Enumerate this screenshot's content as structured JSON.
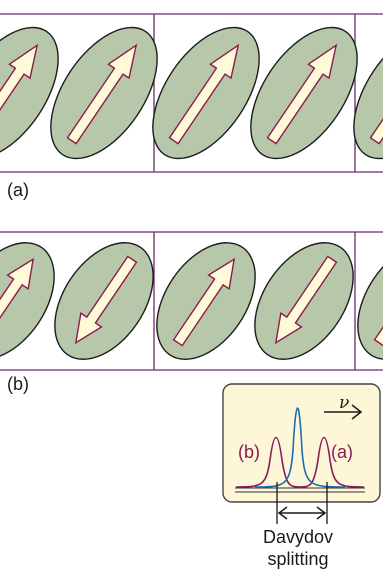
{
  "panels": [
    {
      "label": "(a)",
      "arrows": [
        "up",
        "up",
        "up",
        "up",
        "up"
      ]
    },
    {
      "label": "(b)",
      "arrows": [
        "up",
        "down",
        "up",
        "down",
        "up"
      ]
    }
  ],
  "inset": {
    "peak_left_label": "(b)",
    "peak_right_label": "(a)",
    "axis_symbol": "ν"
  },
  "caption": {
    "line1": "Davydov",
    "line2": "splitting"
  },
  "colors": {
    "background": "#ffffff",
    "cell_border": "#6a2c6a",
    "ellipse_fill": "#b7c7a9",
    "ellipse_stroke": "#1c1c1c",
    "arrow_fill": "#fffbd8",
    "arrow_stroke": "#8b1a4a",
    "inset_fill": "#fdf7d8",
    "inset_border": "#444444",
    "peak_maroon": "#8b1a5a",
    "peak_blue": "#1a6fb0",
    "baseline": "#333333"
  }
}
